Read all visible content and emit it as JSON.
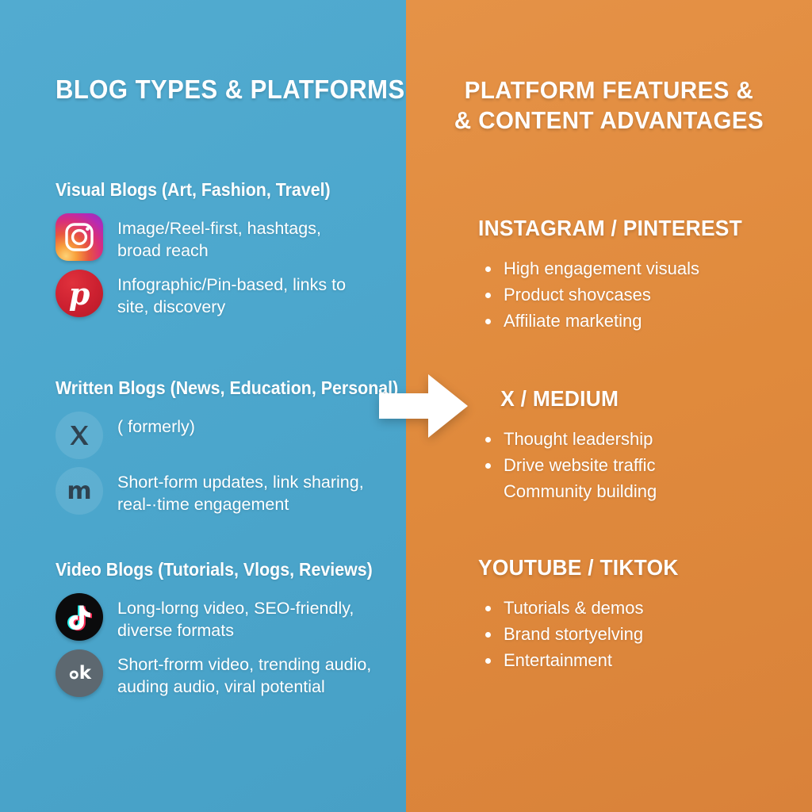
{
  "theme": {
    "left_bg": "#4ca7cd",
    "right_bg": "#e08a3c",
    "text": "#ffffff"
  },
  "left": {
    "title": "BLOG TYPES & PLATFORMS",
    "groups": [
      {
        "heading": "Visual Blogs (Art, Fashion, Travel)",
        "items": [
          {
            "icon": "instagram-icon",
            "line1": "Image/Reel-first, hashtags,",
            "line2": "broad reach"
          },
          {
            "icon": "pinterest-icon",
            "line1": "Infographic/Pin-based, links to",
            "line2": "site, discovery"
          }
        ]
      },
      {
        "heading": "Written Blogs (News, Education, Personal)",
        "items": [
          {
            "icon": "x-twitter-icon",
            "line1": "( formerly)",
            "line2": ""
          },
          {
            "icon": "medium-icon",
            "line1": "Short-form updates, link sharing,",
            "line2": " real-·time engagement"
          }
        ]
      },
      {
        "heading": "Video Blogs (Tutorials, Vlogs, Reviews)",
        "items": [
          {
            "icon": "tiktok-icon",
            "line1": "Long-lorng video, SEO-friendly,",
            "line2": "diverse formats"
          },
          {
            "icon": "garbled-gray-icon",
            "glyph": "ܘk",
            "line1": "Short-frorm video, trending audio,",
            "line2": "auding audio, viral potential"
          }
        ]
      }
    ]
  },
  "right": {
    "title_line1": "PLATFORM FEATURES &",
    "title_line2": "& CONTENT ADVANTAGES",
    "groups": [
      {
        "heading": "INSTAGRAM / PINTEREST",
        "bullets": [
          {
            "text": "High engagement visuals",
            "bulleted": true
          },
          {
            "text": "Product shovcases",
            "bulleted": true
          },
          {
            "text": "Affiliate marketing",
            "bulleted": true
          }
        ]
      },
      {
        "heading": "X / MEDIUM",
        "bullets": [
          {
            "text": "Thought leadership",
            "bulleted": true
          },
          {
            "text": "Drive website traffic",
            "bulleted": true
          },
          {
            "text": "Community building",
            "bulleted": false
          }
        ]
      },
      {
        "heading": "YOUTUBE / TIKTOK",
        "bullets": [
          {
            "text": "Tutorials & demos",
            "bulleted": true
          },
          {
            "text": "Brand stortyelving",
            "bulleted": true
          },
          {
            "text": "Entertainment",
            "bulleted": true
          }
        ]
      }
    ]
  },
  "arrow": {
    "name": "right-arrow",
    "color": "#ffffff"
  }
}
